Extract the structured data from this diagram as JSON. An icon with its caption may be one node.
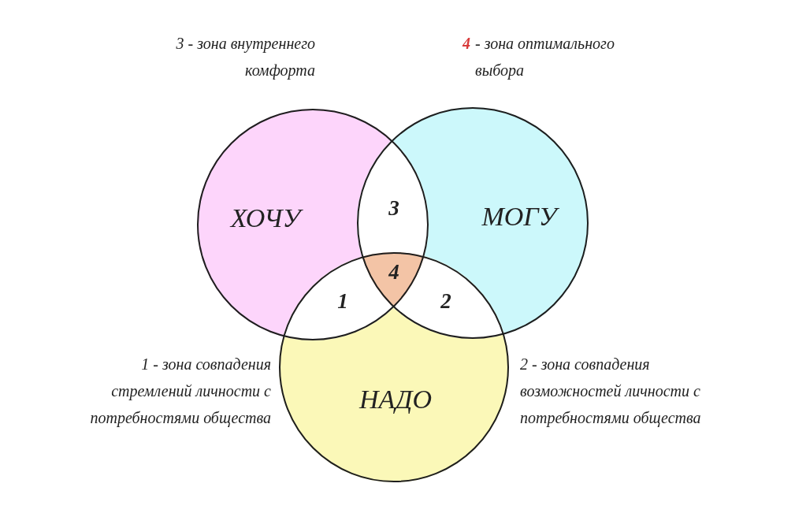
{
  "diagram": {
    "nodes": [
      {
        "text": [
          "ХОЧУ"
        ]
      },
      {
        "text": [
          "МОГУ"
        ]
      },
      {
        "text": [
          "НАДО"
        ]
      }
    ],
    "edges": [],
    "labels": [
      "3 - зона внутреннего комфорта",
      "4",
      "- зона оптимального выбора",
      "3",
      "4",
      "1",
      "2",
      "1 - зона совпадения стремлений личности с потребностями общества",
      "2 - зона совпадения возможностей личности с потребностями общества"
    ]
  }
}
